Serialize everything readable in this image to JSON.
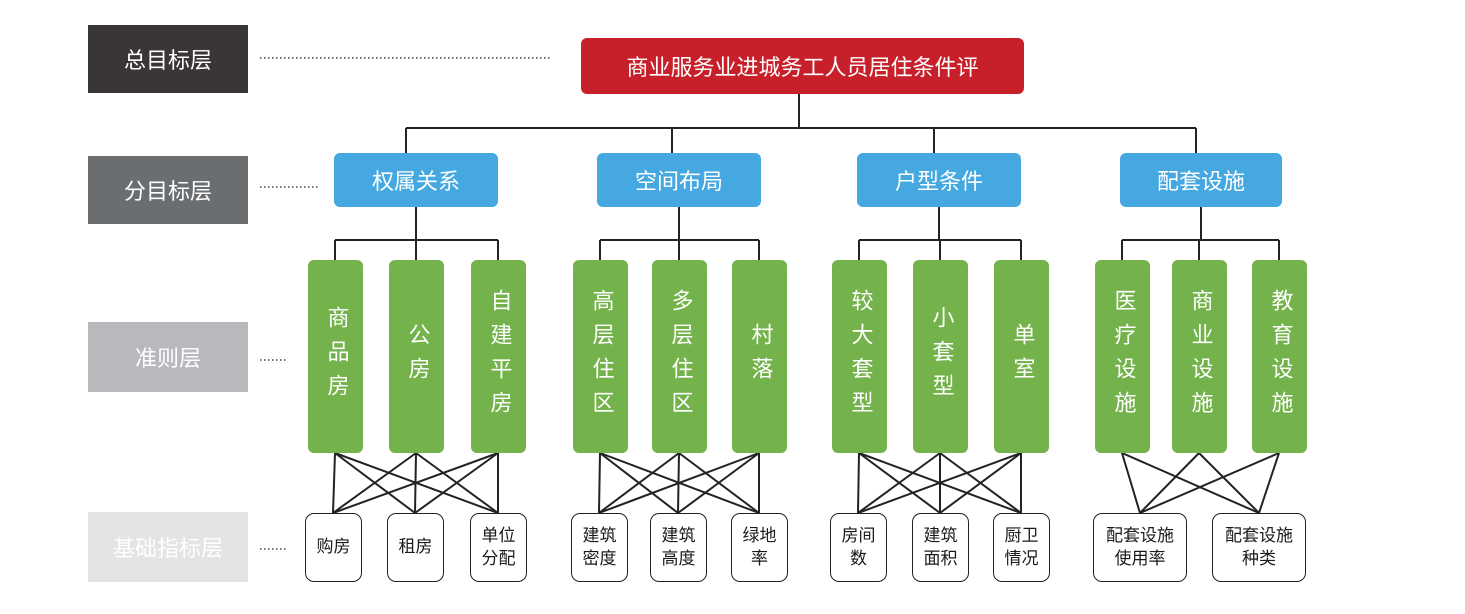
{
  "layers": [
    {
      "label": "总目标层",
      "color": "#3a3536"
    },
    {
      "label": "分目标层",
      "color": "#6b6e71"
    },
    {
      "label": "准则层",
      "color": "#b8b9bd"
    },
    {
      "label": "基础指标层",
      "color": "#e4e4e6"
    }
  ],
  "top_goal": "商业服务业进城务工人员居住条件评",
  "colors": {
    "top_goal": "#c8202b",
    "sub_goal": "#45a8e0",
    "criterion": "#74b34b"
  },
  "groups": [
    {
      "label": "权属关系",
      "criteria": [
        "商品房",
        "公房",
        "自建平房"
      ],
      "indicators": [
        "购房",
        "租房",
        "单位\n分配"
      ]
    },
    {
      "label": "空间布局",
      "criteria": [
        "高层住区",
        "多层住区",
        "村落"
      ],
      "indicators": [
        "建筑\n密度",
        "建筑\n高度",
        "绿地\n率"
      ]
    },
    {
      "label": "户型条件",
      "criteria": [
        "较大套型",
        "小套型",
        "单室"
      ],
      "indicators": [
        "房间\n数",
        "建筑\n面积",
        "厨卫\n情况"
      ]
    },
    {
      "label": "配套设施",
      "criteria": [
        "医疗设施",
        "商业设施",
        "教育设施"
      ],
      "indicators": [
        "配套设施\n使用率",
        "配套设施\n种类"
      ]
    }
  ]
}
